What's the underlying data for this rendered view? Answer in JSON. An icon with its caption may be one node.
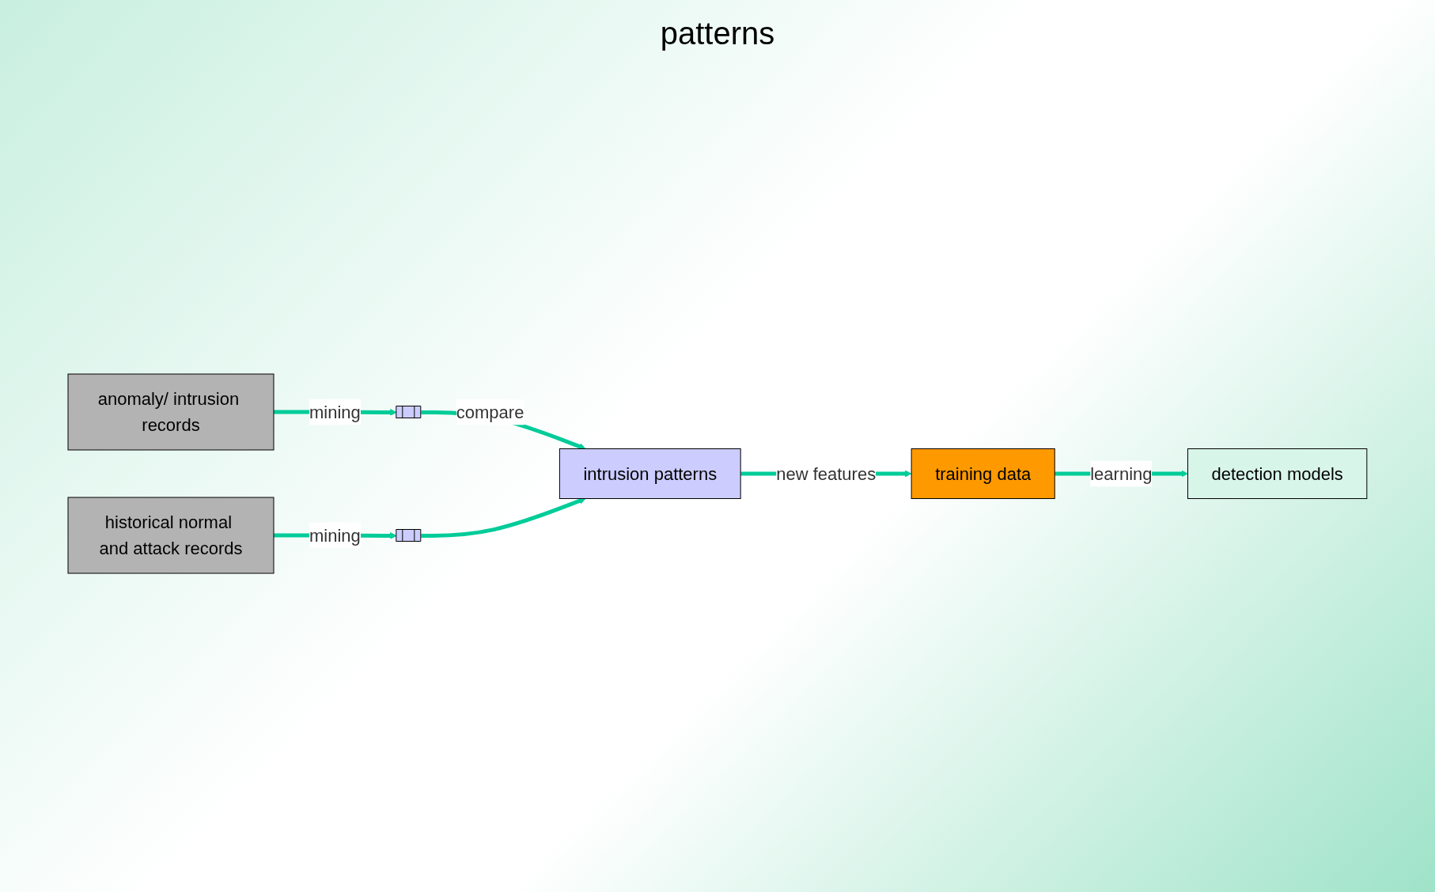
{
  "diagram": {
    "nodes": [
      {
        "text": [
          "anomaly/ intrusion records"
        ]
      },
      {
        "text": [],
        "shape": "bar"
      },
      {
        "text": [],
        "shape": "bar"
      },
      {
        "text": [
          "historical normal and attack records"
        ]
      },
      {
        "text": [
          "intrusion patterns"
        ]
      },
      {
        "text": [
          "training data"
        ]
      },
      {
        "text": [
          "detection models"
        ]
      }
    ],
    "edges": [
      {
        "from": 0,
        "to": 1,
        "arrow": "to",
        "label": "mining"
      },
      {
        "from": 3,
        "to": 2,
        "arrow": "to",
        "label": "mining"
      },
      {
        "from": 1,
        "to": 4,
        "arrow": "to",
        "label": "compare"
      },
      {
        "from": 2,
        "to": 4,
        "arrow": "to"
      },
      {
        "from": 4,
        "to": 5,
        "arrow": "to",
        "label": "new features"
      },
      {
        "from": 5,
        "to": 6,
        "arrow": "to",
        "label": "learning"
      }
    ],
    "labels": [
      "patterns"
    ]
  }
}
